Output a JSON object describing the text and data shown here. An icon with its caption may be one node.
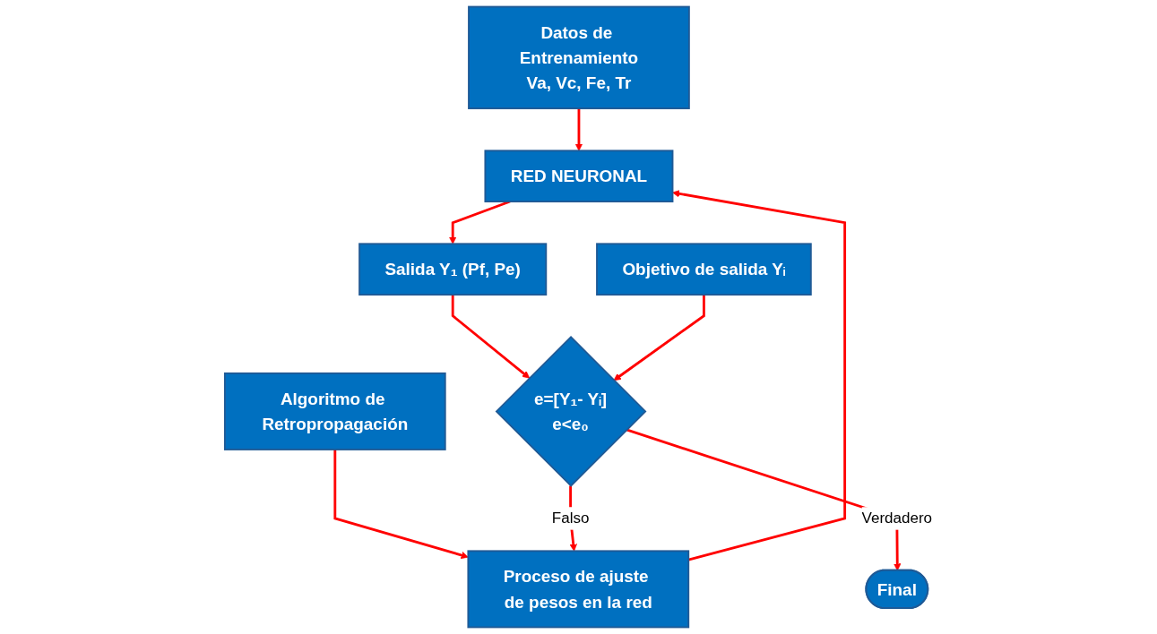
{
  "diagram": {
    "nodes": [
      {
        "text": [
          "Datos de Entrenamiento",
          "Va, Vc, Fe, Tr"
        ]
      },
      {
        "text": [
          "RED NEURONAL"
        ]
      },
      {
        "text": [
          "Algoritmo de Retropropagación"
        ]
      },
      {
        "text": [
          "Proceso de ajuste de pesos en la red"
        ]
      },
      {
        "text": [
          "Salida Y₁ (Pf, Pe)"
        ]
      },
      {
        "text": [
          "Objetivo de salida Yᵢ"
        ]
      },
      {
        "text": [
          "e=[Y₁- Yᵢ]",
          "e<e₀"
        ]
      },
      {
        "text": [
          "Final"
        ]
      }
    ],
    "edges": [
      {
        "from": 0,
        "to": 1,
        "arrow": "to"
      },
      {
        "from": 3,
        "to": 1,
        "arrow": "to"
      },
      {
        "from": 1,
        "to": 4,
        "arrow": "to"
      },
      {
        "from": 2,
        "to": 3,
        "arrow": "to"
      },
      {
        "from": 4,
        "to": 6,
        "arrow": "to"
      },
      {
        "from": 5,
        "to": 6,
        "arrow": "to"
      },
      {
        "from": 6,
        "to": 3,
        "label": "Falso",
        "arrow": "to"
      },
      {
        "from": 6,
        "to": 7,
        "label": "Verdadero",
        "arrow": "to"
      }
    ]
  }
}
